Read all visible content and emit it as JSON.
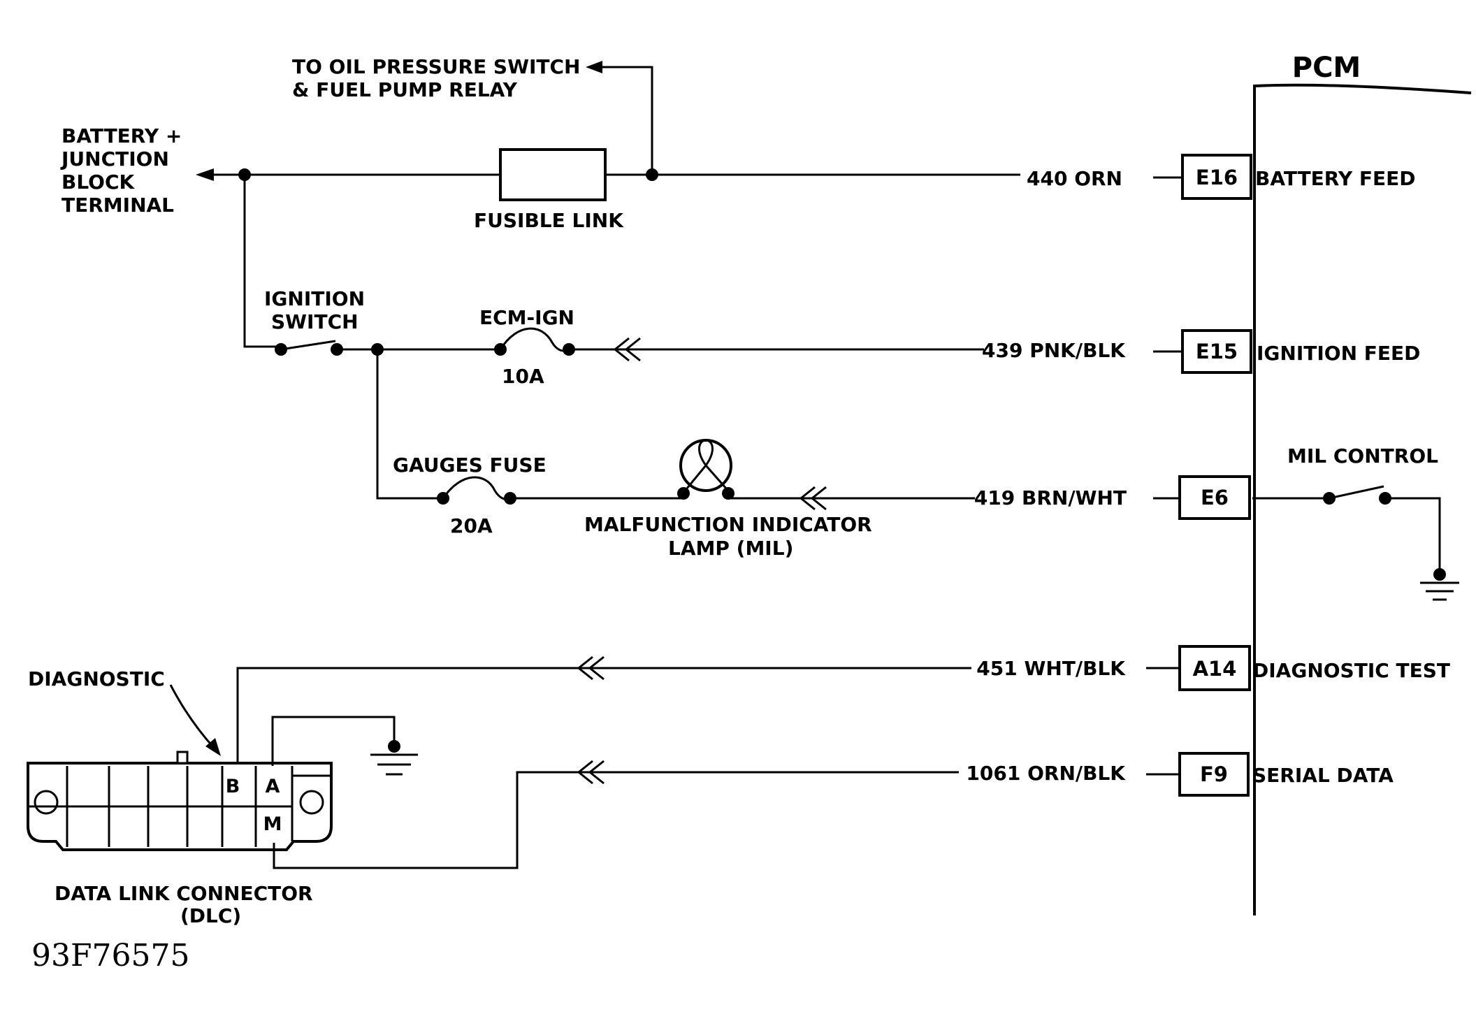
{
  "pcm": {
    "title": "PCM"
  },
  "battery": {
    "line1": "BATTERY +",
    "line2": "JUNCTION",
    "line3": "BLOCK",
    "line4": "TERMINAL"
  },
  "oil_pressure": {
    "line1": "TO OIL PRESSURE SWITCH",
    "line2": "& FUEL PUMP RELAY"
  },
  "fusible_link": {
    "label": "FUSIBLE LINK"
  },
  "ignition_switch": {
    "line1": "IGNITION",
    "line2": "SWITCH"
  },
  "ecm_ign": {
    "label": "ECM-IGN",
    "rating": "10A"
  },
  "gauges_fuse": {
    "label": "GAUGES FUSE",
    "rating": "20A"
  },
  "mil": {
    "line1": "MALFUNCTION INDICATOR",
    "line2": "LAMP (MIL)"
  },
  "mil_control": {
    "label": "MIL CONTROL"
  },
  "diagnostic": {
    "label": "DIAGNOSTIC"
  },
  "dlc": {
    "line1": "DATA LINK CONNECTOR",
    "line2": "(DLC)",
    "pin_b": "B",
    "pin_a": "A",
    "pin_m": "M"
  },
  "figure_id": "93F76575",
  "circuits": [
    {
      "wire": "440 ORN",
      "pin": "E16",
      "function": "BATTERY FEED"
    },
    {
      "wire": "439 PNK/BLK",
      "pin": "E15",
      "function": "IGNITION FEED"
    },
    {
      "wire": "419 BRN/WHT",
      "pin": "E6",
      "function": ""
    },
    {
      "wire": "451 WHT/BLK",
      "pin": "A14",
      "function": "DIAGNOSTIC TEST"
    },
    {
      "wire": "1061 ORN/BLK",
      "pin": "F9",
      "function": "SERIAL DATA"
    }
  ]
}
